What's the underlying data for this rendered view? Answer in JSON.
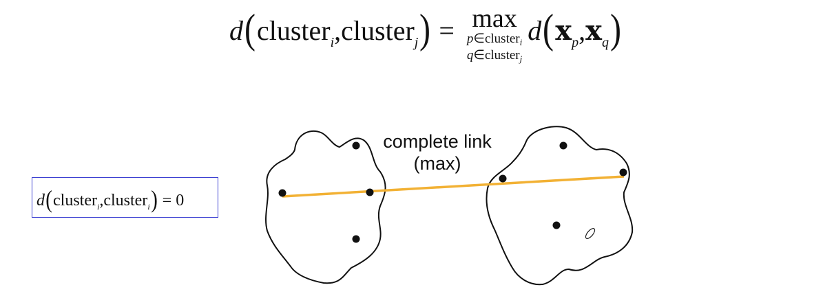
{
  "formula": {
    "lhs_d": "d",
    "lhs_word1": "cluster",
    "lhs_sub1": "i",
    "comma": ",",
    "lhs_word2": "cluster",
    "lhs_sub2": "j",
    "equals": "=",
    "max": "max",
    "cond1_var": "p",
    "cond1_in": "∈cluster",
    "cond1_sub": "i",
    "cond2_var": "q",
    "cond2_in": "∈cluster",
    "cond2_sub": "j",
    "rhs_d": "d",
    "x1": "x",
    "x1_sub": "p",
    "x2": "x",
    "x2_sub": "q"
  },
  "box_formula": {
    "d": "d",
    "word1": "cluster",
    "sub1": "i",
    "word2": "cluster",
    "sub2": "i",
    "rhs": "= 0",
    "border_color": "#3b3fd1"
  },
  "annotation": {
    "line1": "complete link",
    "line2": "(max)"
  },
  "colors": {
    "link_line": "#f2b134",
    "outline": "#111111",
    "point": "#111111"
  }
}
